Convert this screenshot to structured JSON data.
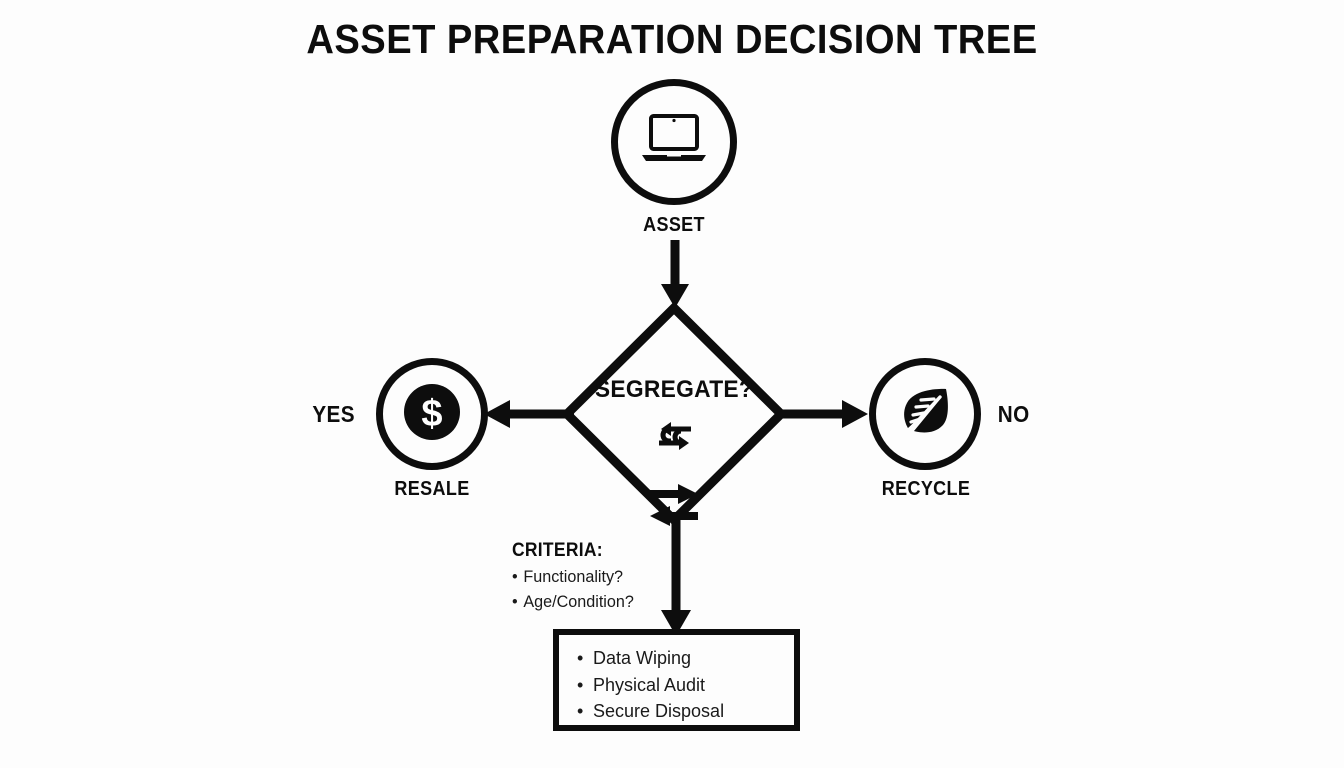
{
  "title": "ASSET PREPARATION DECISION TREE",
  "nodes": {
    "asset": {
      "label": "ASSET",
      "icon": "laptop-icon"
    },
    "decision": {
      "label": "SEGREGATE?",
      "icon": "swap-arrows-icon"
    },
    "resale": {
      "label": "RESALE",
      "branch_label": "YES",
      "icon": "dollar-coin-icon"
    },
    "recycle": {
      "label": "RECYCLE",
      "branch_label": "NO",
      "icon": "leaf-icon"
    }
  },
  "criteria": {
    "heading": "CRITERIA:",
    "items": [
      "Functionality?",
      "Age/Condition?"
    ]
  },
  "tasks": {
    "items": [
      "Data Wiping",
      "Physical Audit",
      "Secure Disposal"
    ]
  },
  "colors": {
    "ink": "#0d0d0d",
    "background": "#fdfdfd"
  }
}
